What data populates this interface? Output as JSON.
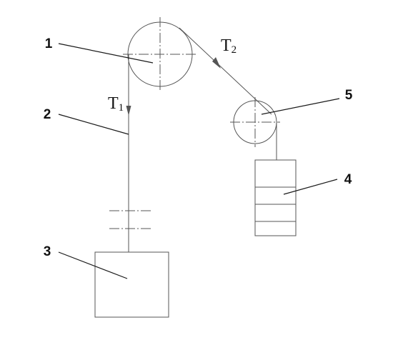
{
  "colors": {
    "line": "#555555",
    "leader": "#1a1a1a",
    "label": "#111111",
    "background": "#ffffff"
  },
  "labels": {
    "part1": "1",
    "part2": "2",
    "part3": "3",
    "part4": "4",
    "part5": "5"
  },
  "tensions": {
    "t1_main": "T",
    "t1_sub": "1",
    "t2_main": "T",
    "t2_sub": "2"
  }
}
